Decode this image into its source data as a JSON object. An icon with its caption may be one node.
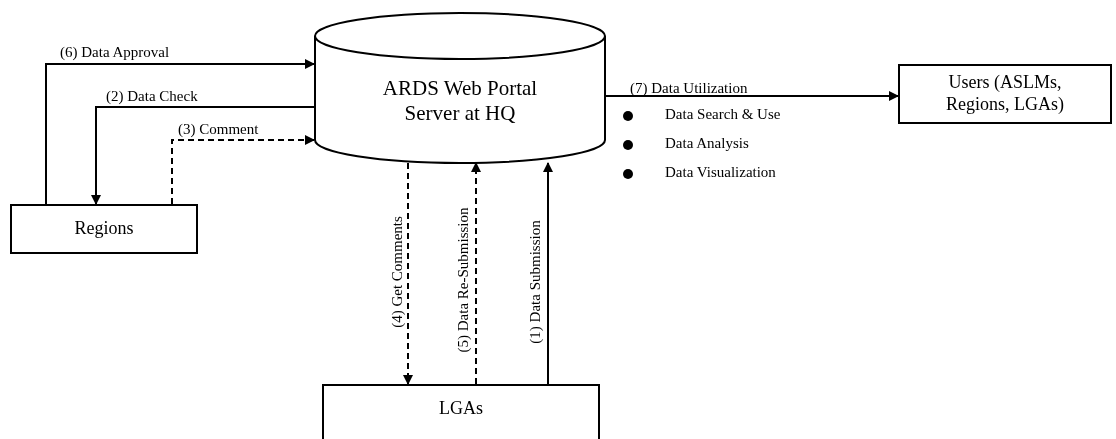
{
  "diagram": {
    "nodes": [
      {
        "text": [
          "ARDS Web Portal Server at HQ"
        ]
      },
      {
        "text": [
          "Users (ASLMs, Regions, LGAs)"
        ]
      },
      {
        "text": [
          "Regions"
        ]
      },
      {
        "text": [
          "LGAs"
        ]
      }
    ],
    "edges": [
      {
        "from": 2,
        "to": 0,
        "arrow": "to",
        "label": "(6) Data Approval"
      },
      {
        "from": 0,
        "to": 2,
        "arrow": "to",
        "label": "(2) Data Check"
      },
      {
        "from": 2,
        "to": 0,
        "arrow": "to",
        "label": "(3) Comment",
        "style": "dashed"
      },
      {
        "from": 0,
        "to": 3,
        "arrow": "to",
        "label": "(4) Get Comments",
        "style": "dashed"
      },
      {
        "from": 3,
        "to": 0,
        "arrow": "to",
        "label": "(5) Data Re-Submission",
        "style": "dashed"
      },
      {
        "from": 3,
        "to": 0,
        "arrow": "to",
        "label": "(1) Data Submission"
      },
      {
        "from": 0,
        "to": 1,
        "arrow": "to",
        "label": "(7) Data Utilization"
      }
    ],
    "labels": [
      "Data Search & Use",
      "Data Analysis",
      "Data Visualization"
    ]
  }
}
